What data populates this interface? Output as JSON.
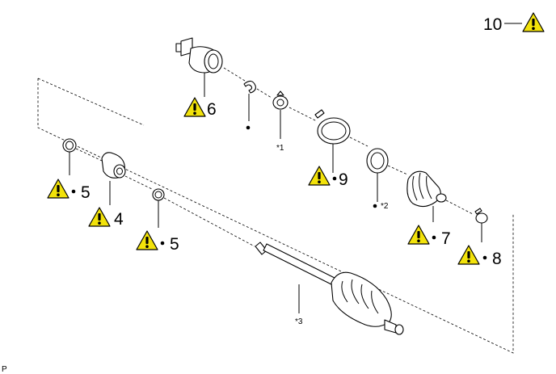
{
  "diagram": {
    "callouts": {
      "inner_joint": "6",
      "snap_ring_1": "5",
      "tripod_joint": "4",
      "snap_ring_2": "5",
      "boot_band_large": "9",
      "boot_inner": "7",
      "boot_band_small": "8",
      "assembly": "10"
    },
    "notes": {
      "tripod_ring": "*1",
      "dust_boot": "*2",
      "shaft": "*3"
    },
    "corner_mark": "P",
    "icons": {
      "caution": "caution-triangle-icon",
      "non_reusable": "non-reusable-dot-icon"
    },
    "colors": {
      "caution_fill": "#f2e20a",
      "line": "#000000"
    }
  }
}
